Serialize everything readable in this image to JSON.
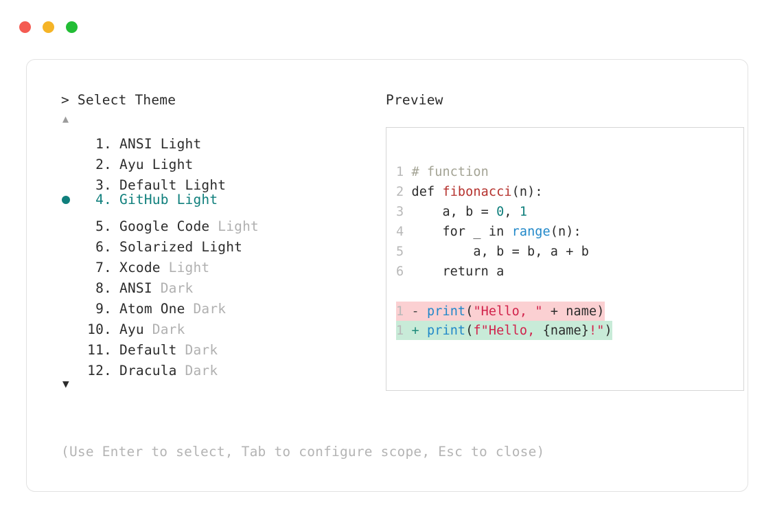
{
  "window": {
    "traffic_lights": [
      {
        "name": "close",
        "color": "#f45b52"
      },
      {
        "name": "minimize",
        "color": "#f5b427"
      },
      {
        "name": "maximize",
        "color": "#22bd35"
      }
    ]
  },
  "prompt": {
    "marker": ">",
    "title": "Select Theme",
    "scroll_up": "▲",
    "scroll_down": "▼"
  },
  "preview": {
    "header": "Preview"
  },
  "theme_list": {
    "selected_index": 4,
    "items": [
      {
        "num": " 1.",
        "name": "ANSI",
        "suffix": "Light",
        "suffix_muted": false
      },
      {
        "num": " 2.",
        "name": "Ayu",
        "suffix": "Light",
        "suffix_muted": false
      },
      {
        "num": " 3.",
        "name": "Default",
        "suffix": "Light",
        "suffix_muted": false
      },
      {
        "num": " 4.",
        "name": "GitHub",
        "suffix": "Light",
        "suffix_muted": false
      },
      {
        "num": " 5.",
        "name": "Google Code",
        "suffix": "Light",
        "suffix_muted": true
      },
      {
        "num": " 6.",
        "name": "Solarized",
        "suffix": "Light",
        "suffix_muted": false
      },
      {
        "num": " 7.",
        "name": "Xcode",
        "suffix": "Light",
        "suffix_muted": true
      },
      {
        "num": " 8.",
        "name": "ANSI",
        "suffix": "Dark",
        "suffix_muted": true
      },
      {
        "num": " 9.",
        "name": "Atom One",
        "suffix": "Dark",
        "suffix_muted": true
      },
      {
        "num": "10.",
        "name": "Ayu",
        "suffix": "Dark",
        "suffix_muted": true
      },
      {
        "num": "11.",
        "name": "Default",
        "suffix": "Dark",
        "suffix_muted": true
      },
      {
        "num": "12.",
        "name": "Dracula",
        "suffix": "Dark",
        "suffix_muted": true
      }
    ]
  },
  "code_preview": {
    "lines": [
      {
        "n": "1",
        "tokens": [
          {
            "t": " # function",
            "c": "cm"
          }
        ]
      },
      {
        "n": "2",
        "tokens": [
          {
            "t": " def ",
            "c": "kw"
          },
          {
            "t": "fibonacci",
            "c": "fn"
          },
          {
            "t": "(n):",
            "c": "plain"
          }
        ]
      },
      {
        "n": "3",
        "tokens": [
          {
            "t": "     a, b = ",
            "c": "plain"
          },
          {
            "t": "0",
            "c": "num"
          },
          {
            "t": ", ",
            "c": "plain"
          },
          {
            "t": "1",
            "c": "num"
          }
        ]
      },
      {
        "n": "4",
        "tokens": [
          {
            "t": "     for _ in ",
            "c": "plain"
          },
          {
            "t": "range",
            "c": "bi"
          },
          {
            "t": "(n):",
            "c": "plain"
          }
        ]
      },
      {
        "n": "5",
        "tokens": [
          {
            "t": "         a, b = b, a + b",
            "c": "plain"
          }
        ]
      },
      {
        "n": "6",
        "tokens": [
          {
            "t": "     return a",
            "c": "plain"
          }
        ]
      }
    ],
    "diff": [
      {
        "kind": "del",
        "n": "1",
        "sign": "-",
        "tokens": [
          {
            "t": " ",
            "c": "plain"
          },
          {
            "t": "print",
            "c": "bi"
          },
          {
            "t": "(",
            "c": "plain"
          },
          {
            "t": "\"Hello, \"",
            "c": "str"
          },
          {
            "t": " + name)",
            "c": "plain"
          }
        ]
      },
      {
        "kind": "add",
        "n": "1",
        "sign": "+",
        "tokens": [
          {
            "t": " ",
            "c": "plain"
          },
          {
            "t": "print",
            "c": "bi"
          },
          {
            "t": "(",
            "c": "plain"
          },
          {
            "t": "f\"Hello, ",
            "c": "str"
          },
          {
            "t": "{name}",
            "c": "plain"
          },
          {
            "t": "!\"",
            "c": "str"
          },
          {
            "t": ")",
            "c": "plain"
          }
        ]
      }
    ]
  },
  "footer": {
    "hint": "(Use Enter to select, Tab to configure scope, Esc to close)"
  },
  "colors": {
    "accent_teal": "#0f7f7c",
    "diff_del_bg": "#fbd0d2",
    "diff_add_bg": "#c8ebd8",
    "muted": "#b0b0b0",
    "text": "#2b2b2b"
  }
}
